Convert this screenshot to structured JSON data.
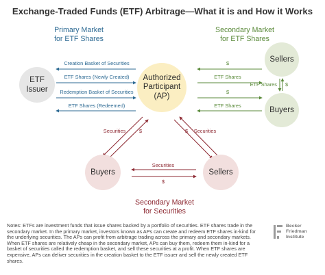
{
  "title": "Exchange-Traded Funds (ETF) Arbitrage—What it is and How it Works",
  "primary_market": {
    "line1": "Primary Market",
    "line2": "for ETF Shares"
  },
  "secondary_market_top": {
    "line1": "Secondary Market",
    "line2": "for ETF Shares"
  },
  "secondary_market_bottom": {
    "line1": "Secondary Market",
    "line2": "for Securities"
  },
  "nodes": {
    "etf_issuer": {
      "line1": "ETF",
      "line2": "Issuer"
    },
    "ap": {
      "line1": "Authorized",
      "line2": "Participant",
      "line3": "(AP)"
    },
    "sellers_top": "Sellers",
    "buyers_top": "Buyers",
    "buyers_bottom": "Buyers",
    "sellers_bottom": "Sellers"
  },
  "flows": {
    "creation_basket": "Creation Basket of Securities",
    "etf_new": "ETF Shares (Newly Created)",
    "redemption_basket": "Redemption Basket of Securities",
    "etf_redeemed": "ETF Shares (Redeemed)",
    "dollar": "$",
    "etf_shares": "ETF Shares",
    "securities": "Securities"
  },
  "notes": "Notes: ETFs are investment funds that issue shares backed by a portfolio of securities. ETF shares trade in the secondary market. In the primary market, investors known as APs can create and redeem ETF shares in-kind for the underlying securities. The APs can profit from arbitrage trading across the primary and secondary markets. When ETF shares are relatively cheap in the secondary market, APs can buy them, redeem them in-kind for a basket of securities called the redemption basket, and sell these securities at a profit. When ETF shares are expensive, APs can deliver securities in the creation basket to the ETF issuer and sell the newly created ETF shares.",
  "logo": {
    "line1": "Becker",
    "line2": "Friedman",
    "line3": "Institute"
  },
  "colors": {
    "blue": "#2d6a93",
    "green": "#5a8a3a",
    "red": "#8e2a33",
    "ap_fill": "#fbeec2",
    "node_grey": "#e6e6e6",
    "node_green": "#e3ead7",
    "node_red": "#f2dfde"
  }
}
